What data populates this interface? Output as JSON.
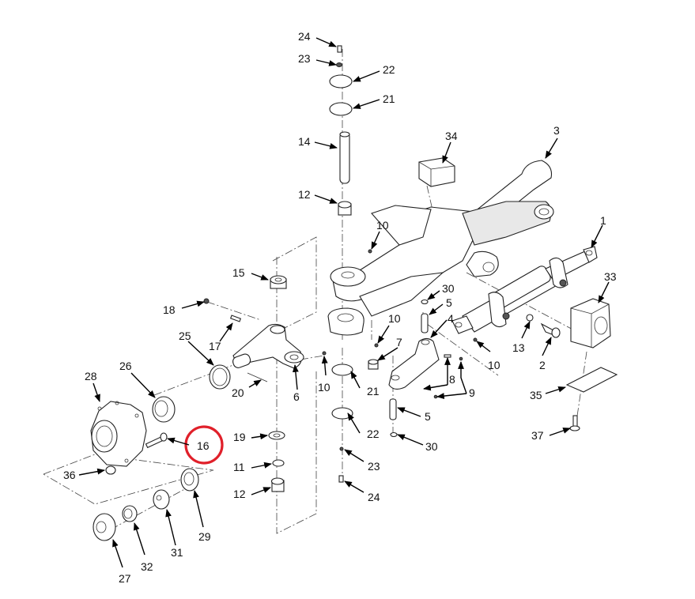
{
  "diagram": {
    "type": "exploded-parts-view",
    "highlight_color": "#e0202a",
    "highlighted_part": "16",
    "callouts": [
      {
        "id": "c24a",
        "label": "24",
        "part": "pivot-bolt-top"
      },
      {
        "id": "c23a",
        "label": "23",
        "part": "washer-top"
      },
      {
        "id": "c22a",
        "label": "22",
        "part": "shim-plate-top-outer"
      },
      {
        "id": "c21a",
        "label": "21",
        "part": "shim-plate-top-inner"
      },
      {
        "id": "c14",
        "label": "14",
        "part": "king-pin"
      },
      {
        "id": "c12a",
        "label": "12",
        "part": "bushing-upper"
      },
      {
        "id": "c34",
        "label": "34",
        "part": "stop-block"
      },
      {
        "id": "c3",
        "label": "3",
        "part": "axle-beam"
      },
      {
        "id": "c10a",
        "label": "10",
        "part": "grease-fitting-axle"
      },
      {
        "id": "c1",
        "label": "1",
        "part": "steering-cylinder"
      },
      {
        "id": "c33",
        "label": "33",
        "part": "cylinder-mount-block"
      },
      {
        "id": "c15",
        "label": "15",
        "part": "thrust-bearing"
      },
      {
        "id": "c30a",
        "label": "30",
        "part": "retaining-ring-upper"
      },
      {
        "id": "c5a",
        "label": "5",
        "part": "pin-upper"
      },
      {
        "id": "c4",
        "label": "4",
        "part": "tie-rod-link"
      },
      {
        "id": "c18",
        "label": "18",
        "part": "nut-steering-stop"
      },
      {
        "id": "c10b",
        "label": "10",
        "part": "grease-fitting-link"
      },
      {
        "id": "c7",
        "label": "7",
        "part": "bushing-link"
      },
      {
        "id": "c17",
        "label": "17",
        "part": "stop-pin"
      },
      {
        "id": "c25",
        "label": "25",
        "part": "grease-seal"
      },
      {
        "id": "c13",
        "label": "13",
        "part": "lock-washer"
      },
      {
        "id": "c10c",
        "label": "10",
        "part": "grease-fitting-cylinder"
      },
      {
        "id": "c2",
        "label": "2",
        "part": "cylinder-pin"
      },
      {
        "id": "c26",
        "label": "26",
        "part": "inner-bearing"
      },
      {
        "id": "c28",
        "label": "28",
        "part": "wheel-hub"
      },
      {
        "id": "c10d",
        "label": "10",
        "part": "grease-fitting-knuckle"
      },
      {
        "id": "c21b",
        "label": "21",
        "part": "shim-plate-bottom-inner"
      },
      {
        "id": "c6",
        "label": "6",
        "part": "steering-knuckle"
      },
      {
        "id": "c20",
        "label": "20",
        "part": "cotter-pin"
      },
      {
        "id": "c8",
        "label": "8",
        "part": "roll-pin"
      },
      {
        "id": "c9",
        "label": "9",
        "part": "grease-fitting-pair"
      },
      {
        "id": "c35",
        "label": "35",
        "part": "shim-plate-mount"
      },
      {
        "id": "c5b",
        "label": "5",
        "part": "pin-lower"
      },
      {
        "id": "c22b",
        "label": "22",
        "part": "shim-plate-bottom-outer"
      },
      {
        "id": "c30b",
        "label": "30",
        "part": "retaining-ring-lower"
      },
      {
        "id": "c37",
        "label": "37",
        "part": "mount-bolt"
      },
      {
        "id": "c16",
        "label": "16",
        "part": "wheel-stud"
      },
      {
        "id": "c19",
        "label": "19",
        "part": "thrust-washer"
      },
      {
        "id": "c11",
        "label": "11",
        "part": "seal-lower"
      },
      {
        "id": "c23b",
        "label": "23",
        "part": "washer-bottom"
      },
      {
        "id": "c36",
        "label": "36",
        "part": "wheel-nut"
      },
      {
        "id": "c12b",
        "label": "12",
        "part": "bushing-lower"
      },
      {
        "id": "c24b",
        "label": "24",
        "part": "pivot-bolt-bottom"
      },
      {
        "id": "c29",
        "label": "29",
        "part": "outer-bearing"
      },
      {
        "id": "c31",
        "label": "31",
        "part": "spindle-washer"
      },
      {
        "id": "c32",
        "label": "32",
        "part": "castle-nut"
      },
      {
        "id": "c27",
        "label": "27",
        "part": "hub-cap"
      }
    ]
  }
}
